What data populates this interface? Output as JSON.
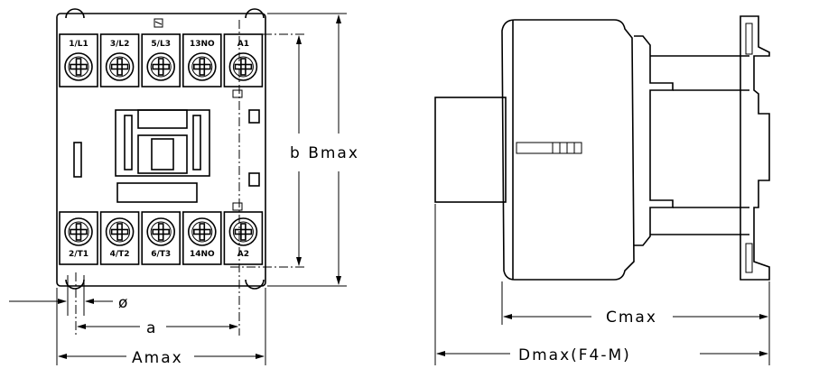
{
  "terminals": {
    "top": [
      "1/L1",
      "3/L2",
      "5/L3",
      "13NO",
      "A1"
    ],
    "bottom": [
      "2/T1",
      "4/T2",
      "6/T3",
      "14NO",
      "A2"
    ]
  },
  "dimensions": {
    "height": "b Bmax",
    "hole": "ø",
    "pitch": "a",
    "width": "Amax",
    "depth_c": "Cmax",
    "depth_d": "Dmax(F4-M)"
  }
}
